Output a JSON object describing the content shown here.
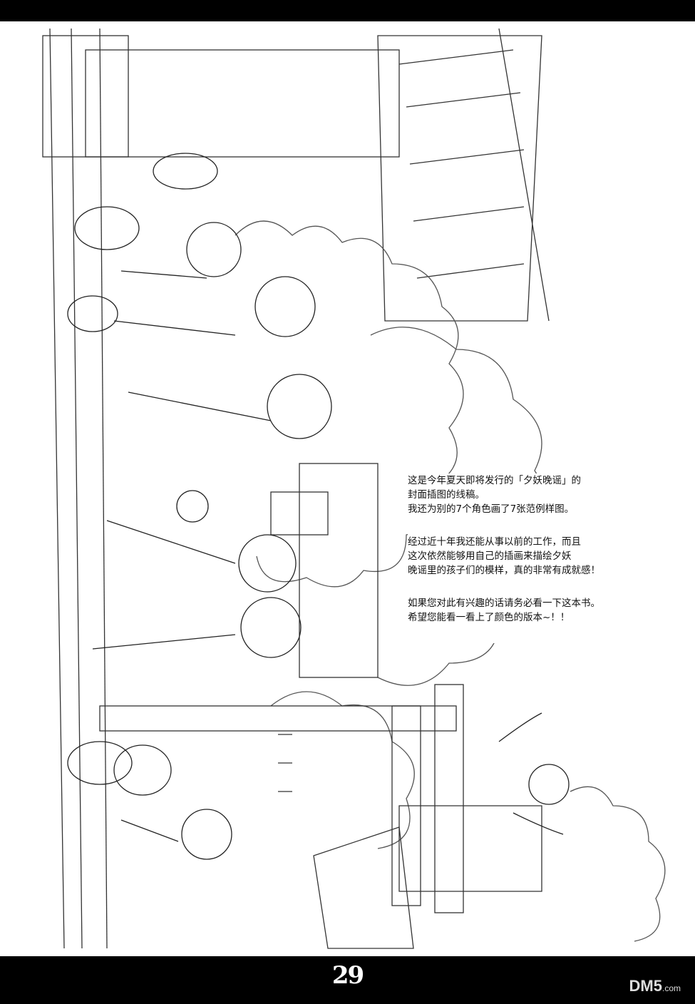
{
  "caption": {
    "paragraphs": [
      "这是今年夏天即将发行的「夕妖晚谣」的\n封面插图的线稿。\n我还为别的7个角色画了7张范例样图。",
      "经过近十年我还能从事以前的工作，而且\n这次依然能够用自己的插画来描绘夕妖\n晚谣里的孩子们的模样，真的非常有成就感！",
      "如果您对此有兴趣的话请务必看一下这本书。\n希望您能看一看上了颜色的版本~！！"
    ]
  },
  "footer": {
    "page_number": "29",
    "watermark": "DM5",
    "watermark_suffix": ".com"
  }
}
